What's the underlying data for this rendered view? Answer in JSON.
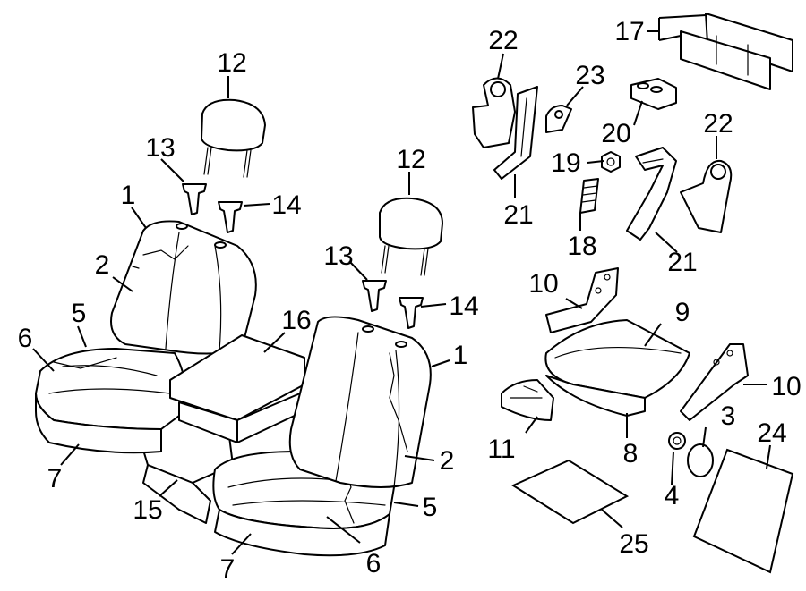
{
  "diagram": {
    "callouts": [
      {
        "id": "c1a",
        "label": "1"
      },
      {
        "id": "c1b",
        "label": "1"
      },
      {
        "id": "c2a",
        "label": "2"
      },
      {
        "id": "c2b",
        "label": "2"
      },
      {
        "id": "c3",
        "label": "3"
      },
      {
        "id": "c4",
        "label": "4"
      },
      {
        "id": "c5a",
        "label": "5"
      },
      {
        "id": "c5b",
        "label": "5"
      },
      {
        "id": "c6a",
        "label": "6"
      },
      {
        "id": "c6b",
        "label": "6"
      },
      {
        "id": "c7a",
        "label": "7"
      },
      {
        "id": "c7b",
        "label": "7"
      },
      {
        "id": "c8",
        "label": "8"
      },
      {
        "id": "c9",
        "label": "9"
      },
      {
        "id": "c10a",
        "label": "10"
      },
      {
        "id": "c10b",
        "label": "10"
      },
      {
        "id": "c11",
        "label": "11"
      },
      {
        "id": "c12a",
        "label": "12"
      },
      {
        "id": "c12b",
        "label": "12"
      },
      {
        "id": "c13a",
        "label": "13"
      },
      {
        "id": "c13b",
        "label": "13"
      },
      {
        "id": "c14a",
        "label": "14"
      },
      {
        "id": "c14b",
        "label": "14"
      },
      {
        "id": "c15",
        "label": "15"
      },
      {
        "id": "c16",
        "label": "16"
      },
      {
        "id": "c17",
        "label": "17"
      },
      {
        "id": "c18",
        "label": "18"
      },
      {
        "id": "c19",
        "label": "19"
      },
      {
        "id": "c20",
        "label": "20"
      },
      {
        "id": "c21a",
        "label": "21"
      },
      {
        "id": "c21b",
        "label": "21"
      },
      {
        "id": "c22a",
        "label": "22"
      },
      {
        "id": "c22b",
        "label": "22"
      },
      {
        "id": "c23",
        "label": "23"
      },
      {
        "id": "c24",
        "label": "24"
      },
      {
        "id": "c25",
        "label": "25"
      }
    ]
  }
}
